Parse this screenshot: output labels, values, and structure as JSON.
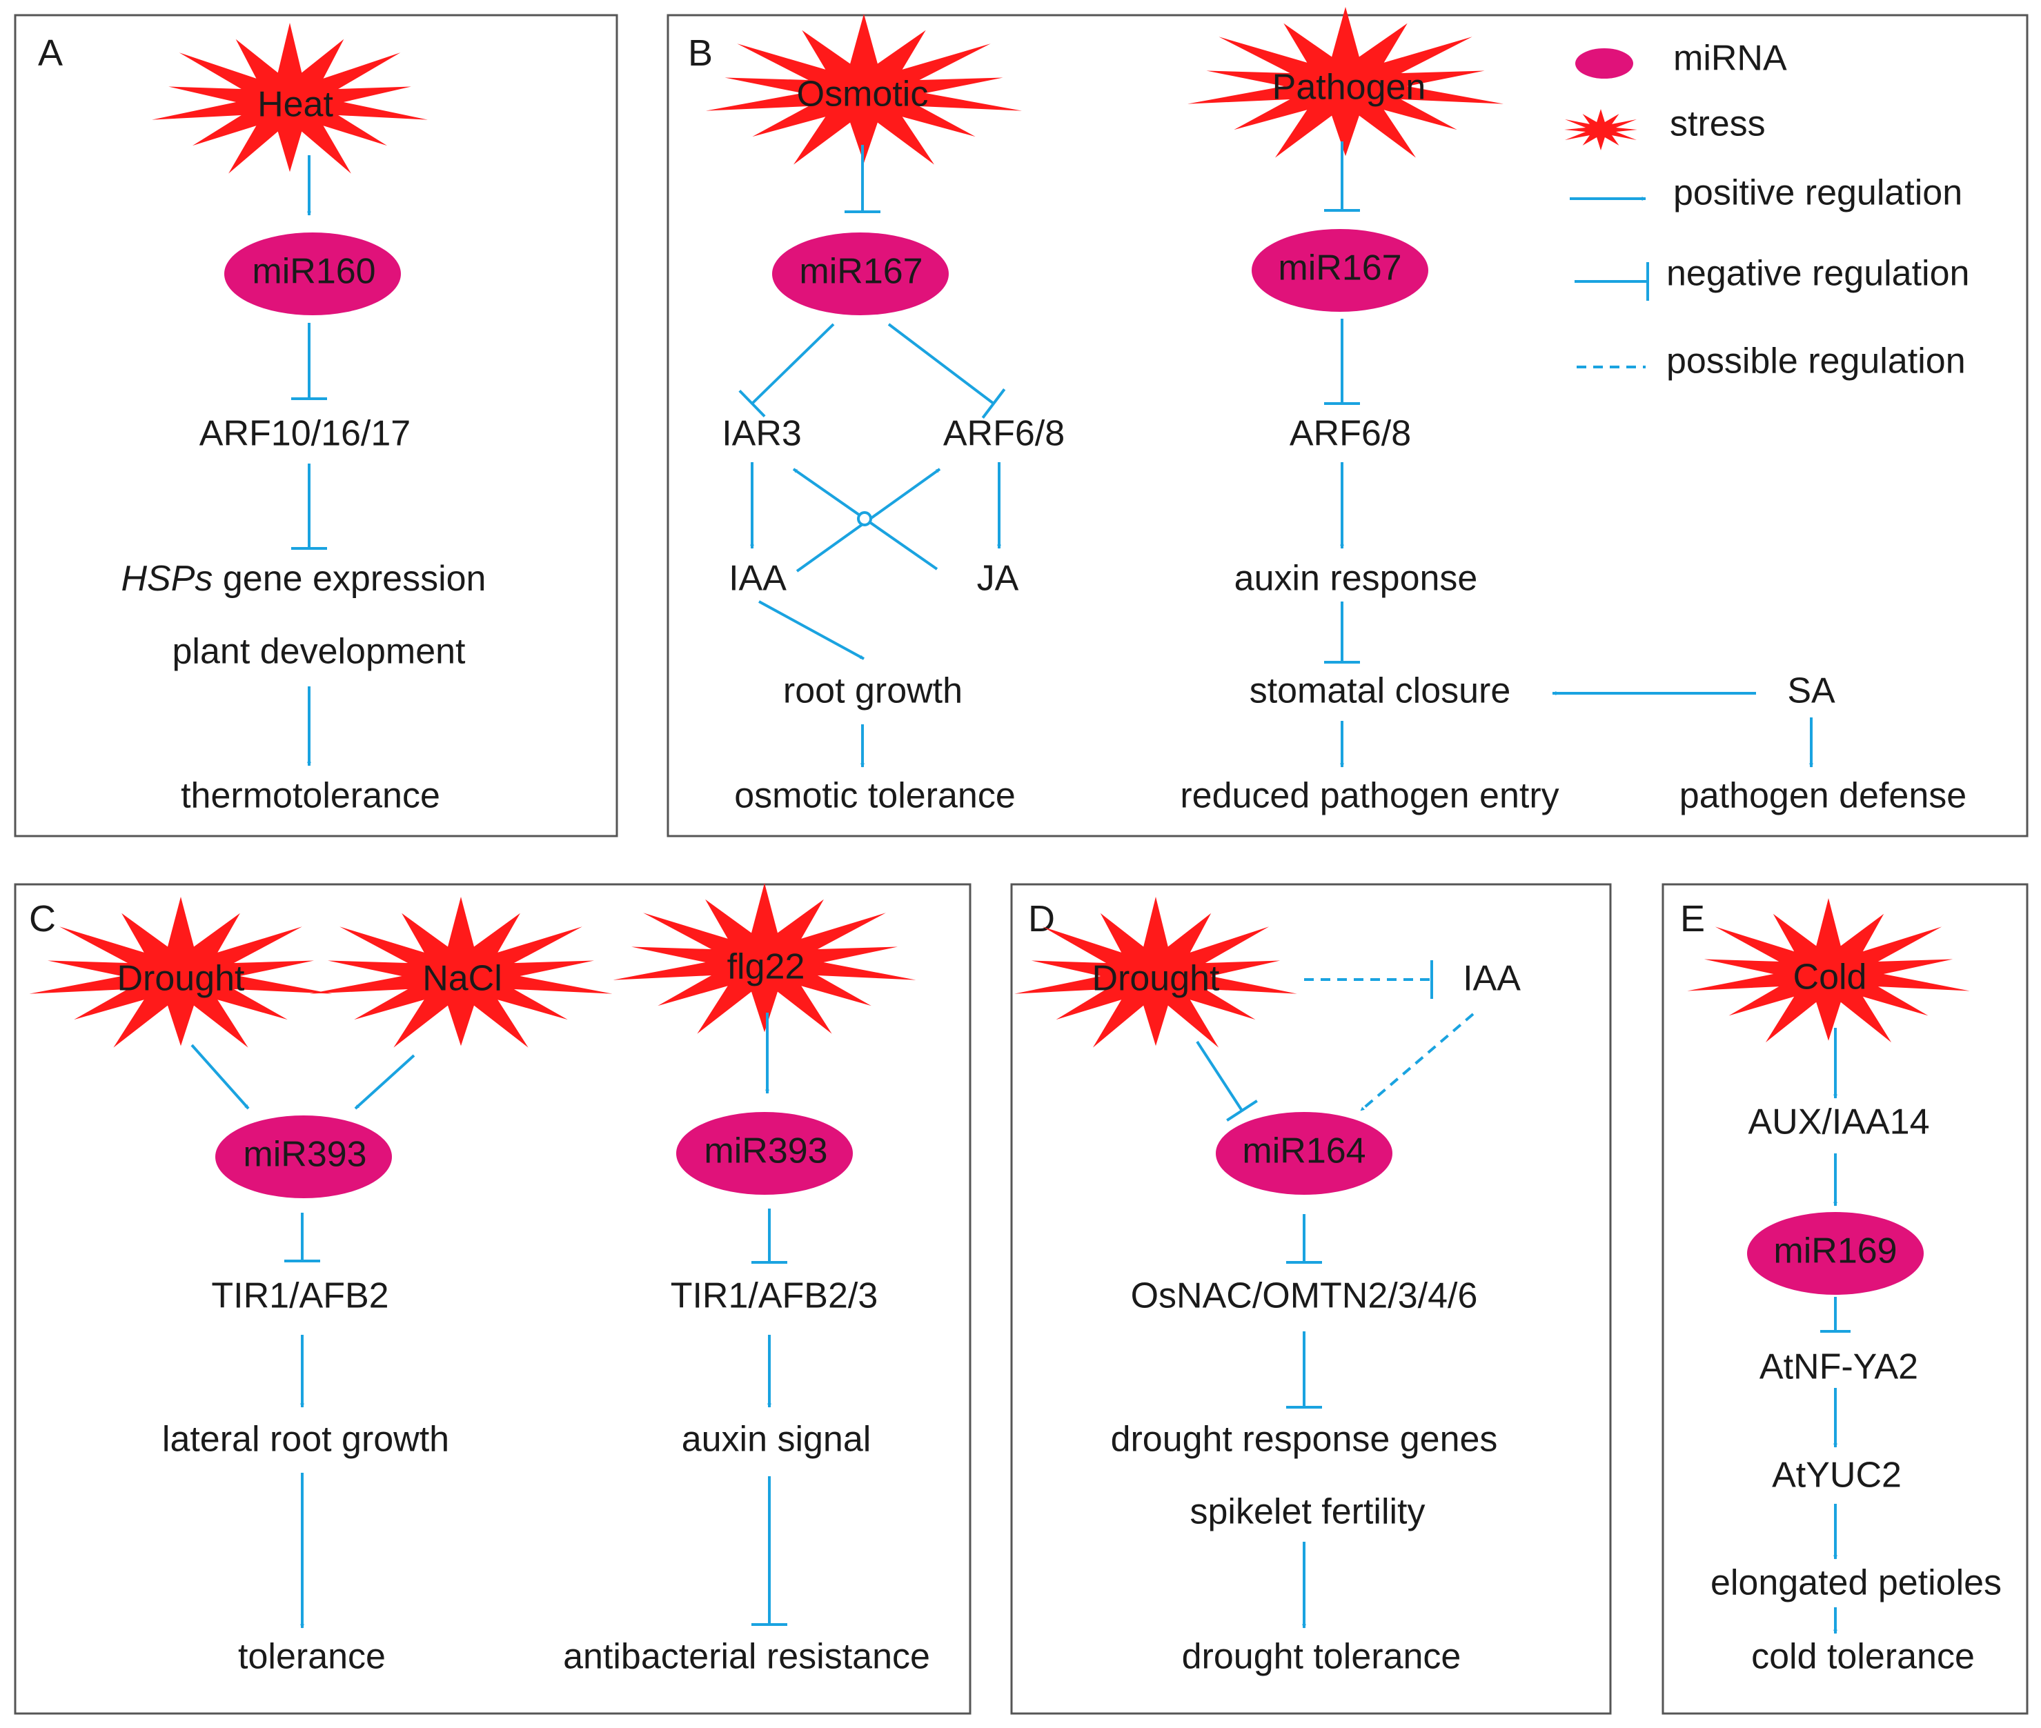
{
  "colors": {
    "arrow": "#1AA3E0",
    "mirna_fill": "#E0127A",
    "stress_fill": "#FF1A1A",
    "border": "#555555",
    "text": "#1a1a1a"
  },
  "legend": {
    "mirna": "miRNA",
    "stress": "stress",
    "positive": "positive regulation",
    "negative": "negative regulation",
    "possible": "possible regulation"
  },
  "panels": {
    "A": {
      "label": "A",
      "stress": "Heat",
      "mirna": "miR160",
      "target": "ARF10/16/17",
      "hsps": "HSPs",
      "gene_expression": "gene expression",
      "development": "plant development",
      "outcome": "thermotolerance"
    },
    "B": {
      "label": "B",
      "stress_osmotic": "Osmotic",
      "mirna_left": "miR167",
      "iar3": "IAR3",
      "arf_left": "ARF6/8",
      "iaa": "IAA",
      "ja": "JA",
      "root_growth": "root growth",
      "osmotic_tolerance": "osmotic tolerance",
      "stress_pathogen": "Pathogen",
      "mirna_right": "miR167",
      "arf_right": "ARF6/8",
      "auxin_response": "auxin response",
      "stomatal_closure": "stomatal closure",
      "sa": "SA",
      "reduced_entry": "reduced pathogen entry",
      "pathogen_defense": "pathogen defense"
    },
    "C": {
      "label": "C",
      "stress_drought": "Drought",
      "stress_nacl": "NaCl",
      "mirna_left": "miR393",
      "target_left": "TIR1/AFB2",
      "lateral_root": "lateral root growth",
      "tolerance": "tolerance",
      "stress_flg22": "flg22",
      "mirna_right": "miR393",
      "target_right": "TIR1/AFB2/3",
      "auxin_signal": "auxin signal",
      "antibacterial": "antibacterial resistance"
    },
    "D": {
      "label": "D",
      "stress": "Drought",
      "iaa": "IAA",
      "mirna": "miR164",
      "target": "OsNAC/OMTN2/3/4/6",
      "drought_genes": "drought response genes",
      "spikelet": "spikelet fertility",
      "outcome": "drought tolerance"
    },
    "E": {
      "label": "E",
      "stress": "Cold",
      "aux": "AUX/IAA14",
      "mirna": "miR169",
      "nfya": "AtNF-YA2",
      "yuc": "AtYUC2",
      "petioles": "elongated petioles",
      "outcome": "cold tolerance"
    }
  }
}
